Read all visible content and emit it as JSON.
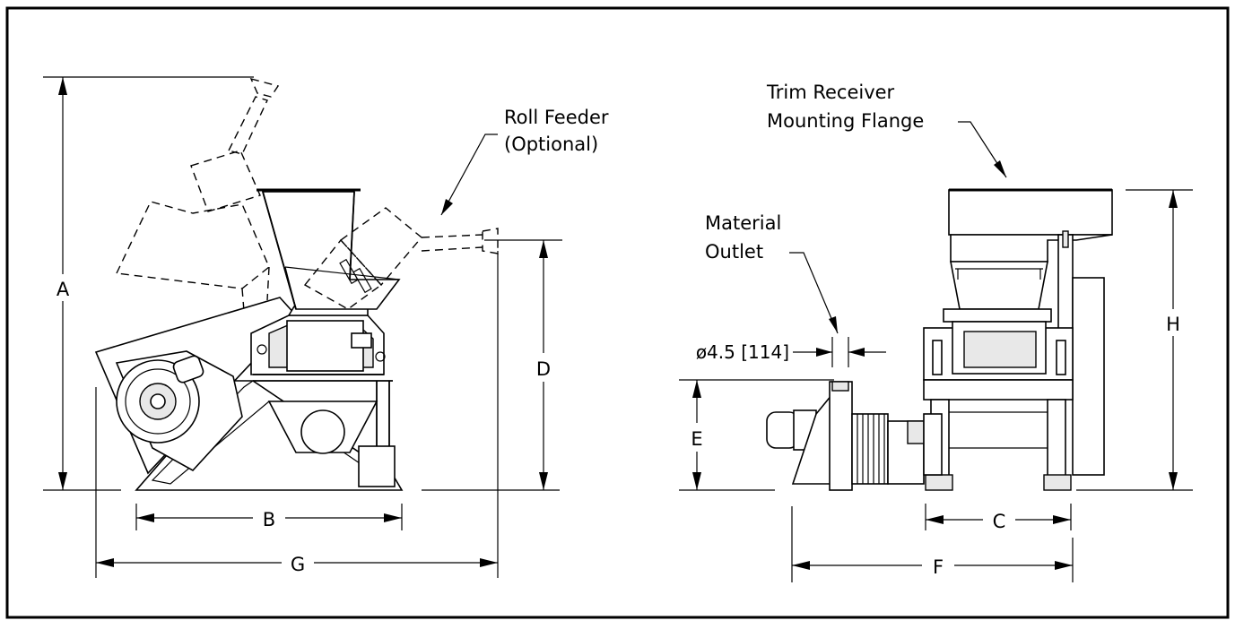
{
  "labels": {
    "dim_a": "A",
    "dim_b": "B",
    "dim_c": "C",
    "dim_d": "D",
    "dim_e": "E",
    "dim_f": "F",
    "dim_g": "G",
    "dim_h": "H",
    "outlet_dia": "ø4.5 [114]"
  },
  "callouts": {
    "roll_feeder_line1": "Roll Feeder",
    "roll_feeder_line2": "(Optional)",
    "trim_receiver_line1": "Trim Receiver",
    "trim_receiver_line2": "Mounting Flange",
    "material_outlet_line1": "Material",
    "material_outlet_line2": "Outlet"
  }
}
